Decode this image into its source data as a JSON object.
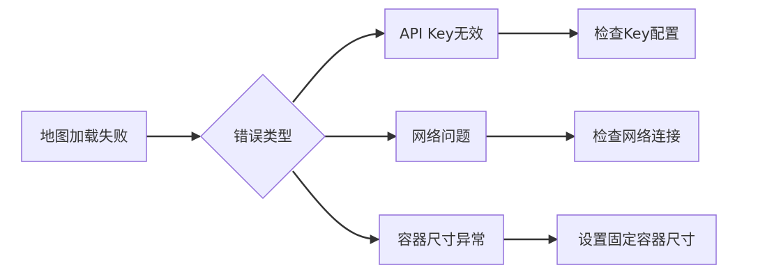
{
  "nodes": {
    "map_load_fail": "地图加载失败",
    "error_type": "错误类型",
    "api_key_invalid": "API Key无效",
    "check_key_config": "检查Key配置",
    "network_issue": "网络问题",
    "check_network": "检查网络连接",
    "container_size_abnormal": "容器尺寸异常",
    "set_fixed_container_size": "设置固定容器尺寸"
  },
  "colors": {
    "node_fill": "#ECECFF",
    "node_stroke": "#9370DB",
    "edge": "#333333",
    "text": "#333333"
  }
}
